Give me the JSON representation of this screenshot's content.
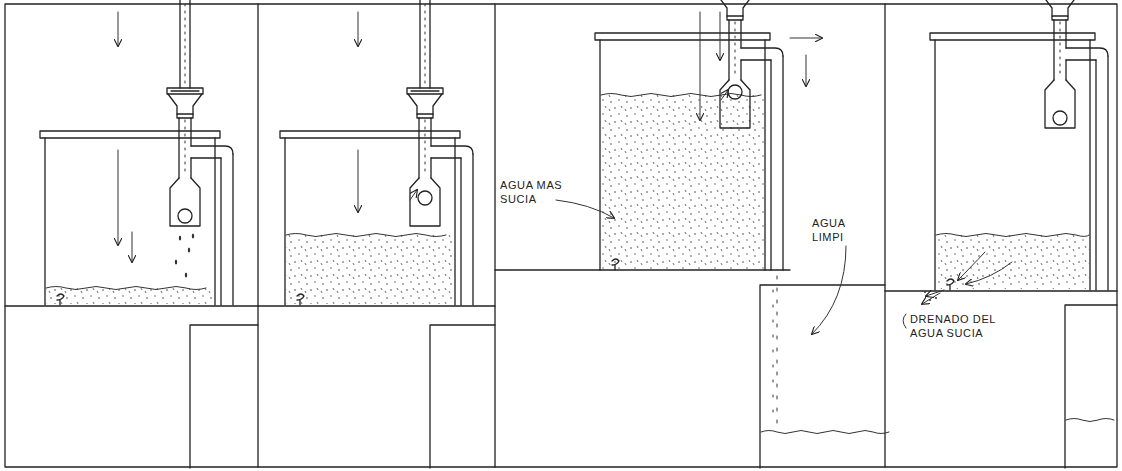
{
  "diagram": {
    "labels": [
      "AGUA MAS SUCIA",
      "AGUA LIMPI",
      "DRENADO DEL AGUA SUCIA"
    ]
  }
}
